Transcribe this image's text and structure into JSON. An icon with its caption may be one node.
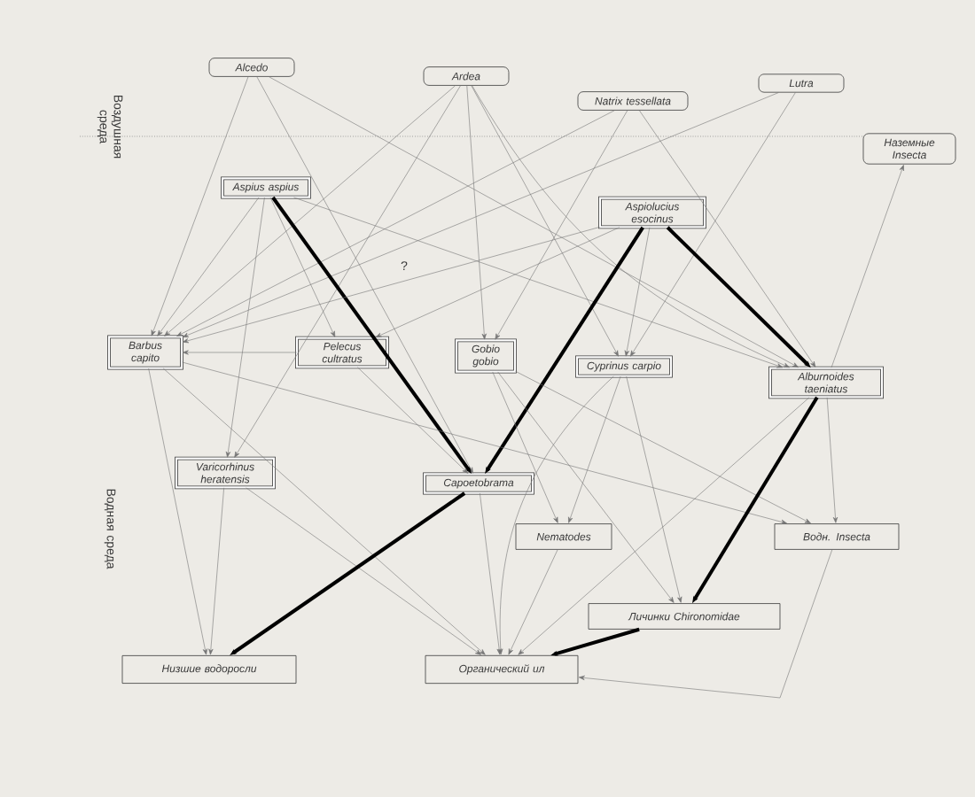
{
  "diagram": {
    "nodes": [
      {
        "text": [
          "Alcedo"
        ]
      },
      {
        "text": [
          "Ardea"
        ]
      },
      {
        "text": [
          "Natrix tessellata"
        ]
      },
      {
        "text": [
          "Lutra"
        ]
      },
      {
        "text": [
          "Наземные Insecta"
        ]
      },
      {
        "text": [
          "Aspius aspius"
        ]
      },
      {
        "text": [
          "Aspiolucius esocinus"
        ]
      },
      {
        "text": [
          "Barbus capito"
        ]
      },
      {
        "text": [
          "Pelecus cultratus"
        ]
      },
      {
        "text": [
          "Gobio gobio"
        ]
      },
      {
        "text": [
          "Cyprinus carpio"
        ]
      },
      {
        "text": [
          "Alburnoides taeniatus"
        ]
      },
      {
        "text": [
          "Varicorhinus heratensis"
        ]
      },
      {
        "text": [
          "Capoetobrama"
        ]
      },
      {
        "text": [
          "Nematodes"
        ]
      },
      {
        "text": [
          "Водн. Insecta"
        ]
      },
      {
        "text": [
          "Личинки Chironomidae"
        ]
      },
      {
        "text": [
          "Низшие водоросли"
        ]
      },
      {
        "text": [
          "Органический ил"
        ]
      }
    ],
    "edges": [
      {
        "from": 0,
        "to": 7,
        "arrow": "to"
      },
      {
        "from": 0,
        "to": 13,
        "arrow": "to"
      },
      {
        "from": 0,
        "to": 11,
        "arrow": "to"
      },
      {
        "from": 1,
        "to": 7,
        "arrow": "to"
      },
      {
        "from": 1,
        "to": 12,
        "arrow": "to"
      },
      {
        "from": 1,
        "to": 9,
        "arrow": "to"
      },
      {
        "from": 1,
        "to": 10,
        "arrow": "to"
      },
      {
        "from": 1,
        "to": 11,
        "arrow": "to"
      },
      {
        "from": 2,
        "to": 7,
        "arrow": "to"
      },
      {
        "from": 2,
        "to": 9,
        "arrow": "to"
      },
      {
        "from": 2,
        "to": 11,
        "arrow": "to"
      },
      {
        "from": 3,
        "to": 7,
        "arrow": "to"
      },
      {
        "from": 3,
        "to": 10,
        "arrow": "to"
      },
      {
        "from": 11,
        "to": 4,
        "arrow": "to"
      },
      {
        "from": 5,
        "to": 7,
        "arrow": "to"
      },
      {
        "from": 5,
        "to": 8,
        "arrow": "to"
      },
      {
        "from": 5,
        "to": 12,
        "arrow": "to"
      },
      {
        "from": 5,
        "to": 13,
        "arrow": "to",
        "style": "thick",
        "color": "#000000"
      },
      {
        "from": 5,
        "to": 11,
        "arrow": "to"
      },
      {
        "from": 6,
        "to": 7,
        "arrow": "to"
      },
      {
        "from": 6,
        "to": 8,
        "arrow": "to"
      },
      {
        "from": 6,
        "to": 11,
        "arrow": "to",
        "style": "thick",
        "color": "#000000"
      },
      {
        "from": 6,
        "to": 10,
        "arrow": "to"
      },
      {
        "from": 6,
        "to": 13,
        "arrow": "to",
        "style": "thick",
        "color": "#000000"
      },
      {
        "from": 7,
        "to": 17,
        "arrow": "to"
      },
      {
        "from": 7,
        "to": 18,
        "arrow": "to"
      },
      {
        "from": 7,
        "to": 15,
        "arrow": "to"
      },
      {
        "from": 8,
        "to": 7,
        "arrow": "to"
      },
      {
        "from": 8,
        "to": 13,
        "arrow": "to"
      },
      {
        "from": 9,
        "to": 14,
        "arrow": "to"
      },
      {
        "from": 9,
        "to": 16,
        "arrow": "to"
      },
      {
        "from": 9,
        "to": 15,
        "arrow": "to"
      },
      {
        "from": 10,
        "to": 14,
        "arrow": "to"
      },
      {
        "from": 10,
        "to": 16,
        "arrow": "to"
      },
      {
        "from": 10,
        "to": 18,
        "arrow": "to"
      },
      {
        "from": 11,
        "to": 16,
        "arrow": "to",
        "style": "thick",
        "color": "#000000"
      },
      {
        "from": 11,
        "to": 15,
        "arrow": "to"
      },
      {
        "from": 11,
        "to": 18,
        "arrow": "to"
      },
      {
        "from": 12,
        "to": 17,
        "arrow": "to"
      },
      {
        "from": 12,
        "to": 18,
        "arrow": "to"
      },
      {
        "from": 13,
        "to": 17,
        "arrow": "to",
        "style": "thick",
        "color": "#000000"
      },
      {
        "from": 13,
        "to": 18,
        "arrow": "to"
      },
      {
        "from": 14,
        "to": 18,
        "arrow": "to"
      },
      {
        "from": 15,
        "to": 18,
        "arrow": "to"
      },
      {
        "from": 16,
        "to": 18,
        "arrow": "to",
        "style": "thick",
        "color": "#000000"
      }
    ],
    "labels": [
      "Воздушная среда",
      "Водная среда",
      "?"
    ]
  }
}
